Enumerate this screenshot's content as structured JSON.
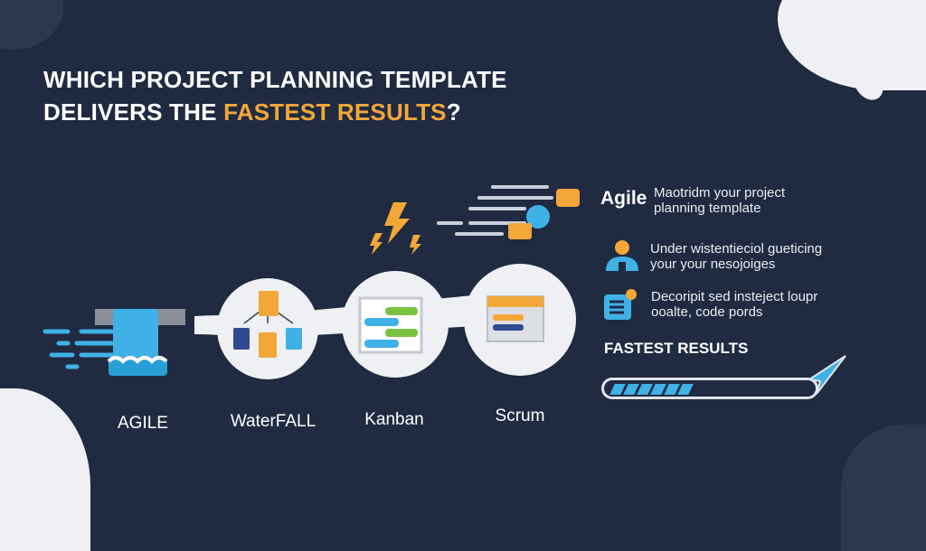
{
  "title": {
    "line1": "WHICH PROJECT PLANNING TEMPLATE",
    "line2_prefix": "DELIVERS THE ",
    "line2_highlight": "FASTEST RESULTS",
    "line2_suffix": "?"
  },
  "colors": {
    "background": "#202b41",
    "accent": "#f3a738",
    "blue": "#3fb1e6"
  },
  "templates": [
    {
      "label": "AGILE",
      "icon": "waterfall-icon"
    },
    {
      "label": "WaterFALL",
      "icon": "org-chart-icon"
    },
    {
      "label": "Kanban",
      "icon": "kanban-board-icon"
    },
    {
      "label": "Scrum",
      "icon": "scrum-board-icon"
    }
  ],
  "info": {
    "heading": "Agile",
    "item1": "Maotridm your project planning template",
    "item2": "Under wistentieciol gueticing your your nesojoiges",
    "item3": "Decoripit sed insteject loupr ooalte, code pords"
  },
  "result": {
    "label": "FASTEST RESULTS",
    "progress_percent": 40
  }
}
